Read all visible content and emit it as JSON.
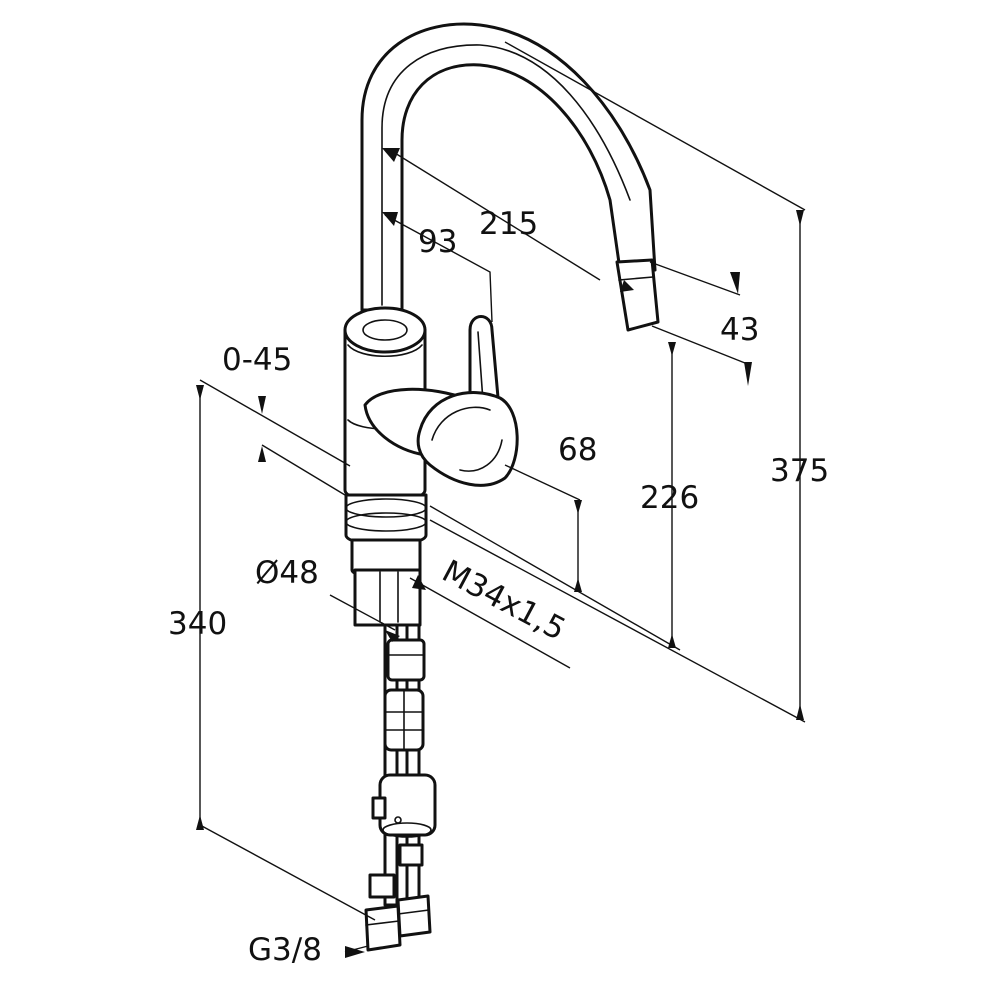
{
  "dimensions": {
    "spout_reach": "215",
    "handle_offset": "93",
    "spout_tip": "43",
    "swivel_angle": "0-45",
    "body_height": "68",
    "outlet_height": "226",
    "total_height": "375",
    "hose_length": "340",
    "body_diameter": "Ø48",
    "mounting_thread": "M34x1,5",
    "connection_thread": "G3/8"
  },
  "colors": {
    "line": "#111111",
    "background": "#ffffff"
  }
}
